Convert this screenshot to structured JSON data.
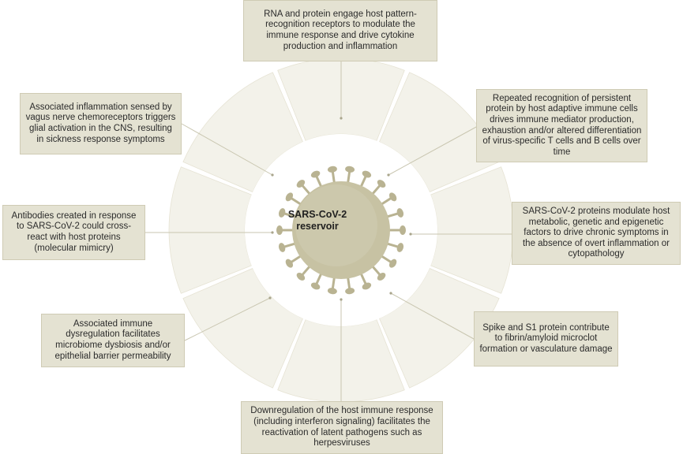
{
  "center": {
    "line1": "SARS-CoV-2",
    "line2": "reservoir"
  },
  "mechanisms": {
    "top": "RNA and protein engage host pattern-recognition receptors to modulate the immune response and drive cytokine production and inflammation",
    "top_right": "Repeated recognition of persistent protein by host adaptive immune cells drives immune mediator production, exhaustion and/or altered differentiation of virus-specific T cells and B cells over time",
    "right": "SARS-CoV-2 proteins modulate host metabolic, genetic and epigenetic factors to drive chronic symptoms in the absence of overt inflammation or cytopathology",
    "bottom_right": "Spike and S1 protein contribute to fibrin/amyloid microclot formation or vasculature damage",
    "bottom": "Downregulation of the host immune response (including interferon signaling) facilitates the reactivation of latent pathogens such as herpesviruses",
    "bottom_left": "Associated immune dysregulation facilitates microbiome dysbiosis and/or epithelial barrier permeability",
    "left": "Antibodies created in response to SARS-CoV-2 could cross-react with host proteins (molecular mimicry)",
    "top_left": "Associated inflammation sensed by vagus nerve chemoreceptors triggers glial activation in the CNS, resulting in sickness response symptoms"
  },
  "colors": {
    "outer_ring": "#f3f2ea",
    "outer_ring_border": "#e6e3d4",
    "inner_ring": "#ffffff",
    "virus_body": "#c7c2a3",
    "virus_spike": "#b9b392",
    "box_fill": "#e4e2d2",
    "connector": "#c9c6b0"
  }
}
